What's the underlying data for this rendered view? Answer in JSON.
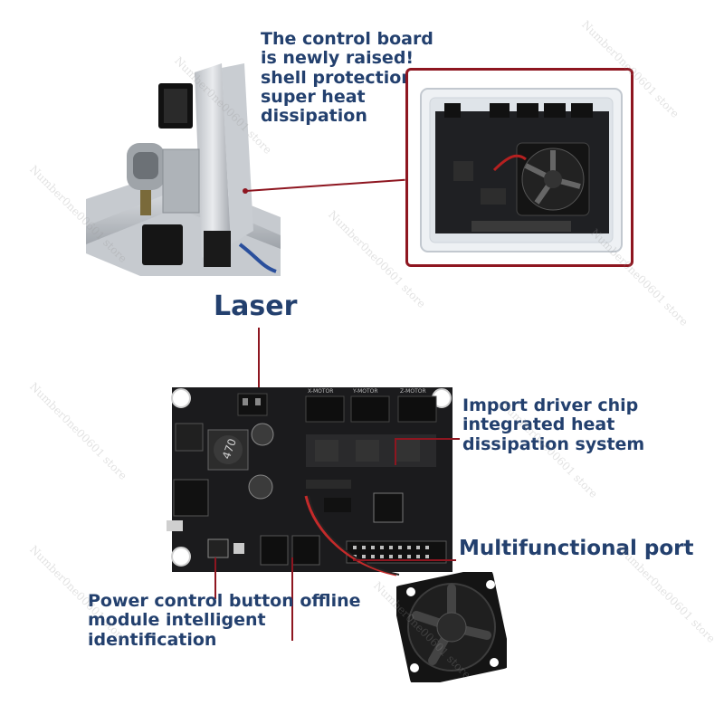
{
  "captions": {
    "top": [
      "The control board",
      "is newly raised!",
      "shell protection",
      "super heat",
      "dissipation"
    ],
    "laser": "Laser",
    "driver": [
      "Import driver chip",
      "integrated heat",
      "dissipation system"
    ],
    "port": "Multifunctional port",
    "power": [
      "Power control button offline",
      "module intelligent",
      "identification"
    ]
  },
  "board_labels": {
    "x_motor": "X-MOTOR",
    "y_motor": "Y-MOTOR",
    "z_motor": "Z-MOTOR",
    "inductor": "470"
  },
  "watermark": "Number0ne00601 store",
  "colors": {
    "caption": "#23406e",
    "callout": "#8e1620",
    "board": "#1b1b1d"
  }
}
